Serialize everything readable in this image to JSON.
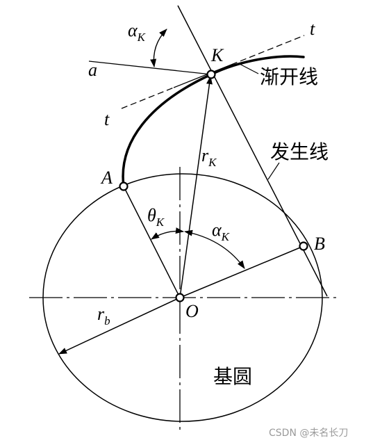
{
  "labels": {
    "alpha_sym": "α",
    "theta_sym": "θ",
    "K_sub": "K",
    "a": "a",
    "t_upper": "t",
    "t_lower": "t",
    "point_K": "K",
    "involute": "渐开线",
    "r_sym": "r",
    "rK_sub": "K",
    "generating_line": "发生线",
    "point_A": "A",
    "point_B": "B",
    "point_O": "O",
    "rb_sub": "b",
    "base_circle": "基圆"
  },
  "watermark": "CSDN @未名长刀"
}
